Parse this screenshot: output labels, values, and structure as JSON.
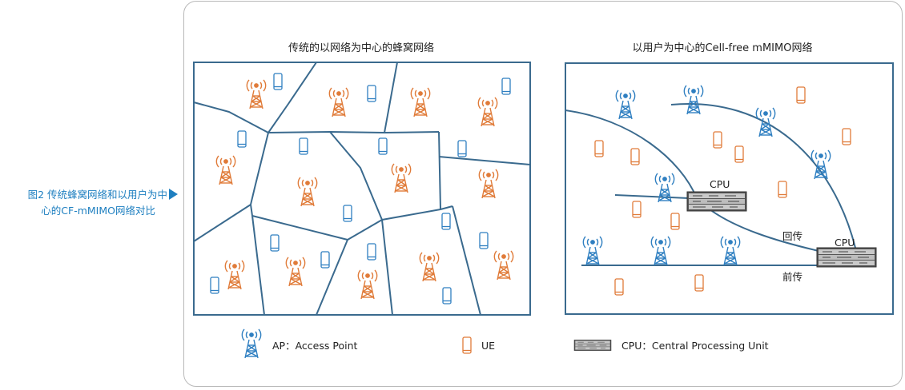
{
  "caption": {
    "line1": "图2  传统蜂窝网络和以用户为中",
    "line2": "心的CF-mMIMO网络对比"
  },
  "left_panel": {
    "title": "传统的以网络为中心的蜂窝网络"
  },
  "right_panel": {
    "title": "以用户为中心的Cell-free mMIMO网络",
    "cpu_label_1": "CPU",
    "cpu_label_2": "CPU",
    "backhaul_label": "回传",
    "fronthaul_label": "前传"
  },
  "legend": {
    "ap": "AP：Access Point",
    "ue": "UE",
    "cpu": "CPU：Central Processing Unit"
  },
  "colors": {
    "orange": "#e07b39",
    "blue": "#2f7fc1",
    "line": "#3a6a8e",
    "caption": "#1e7fc0"
  }
}
